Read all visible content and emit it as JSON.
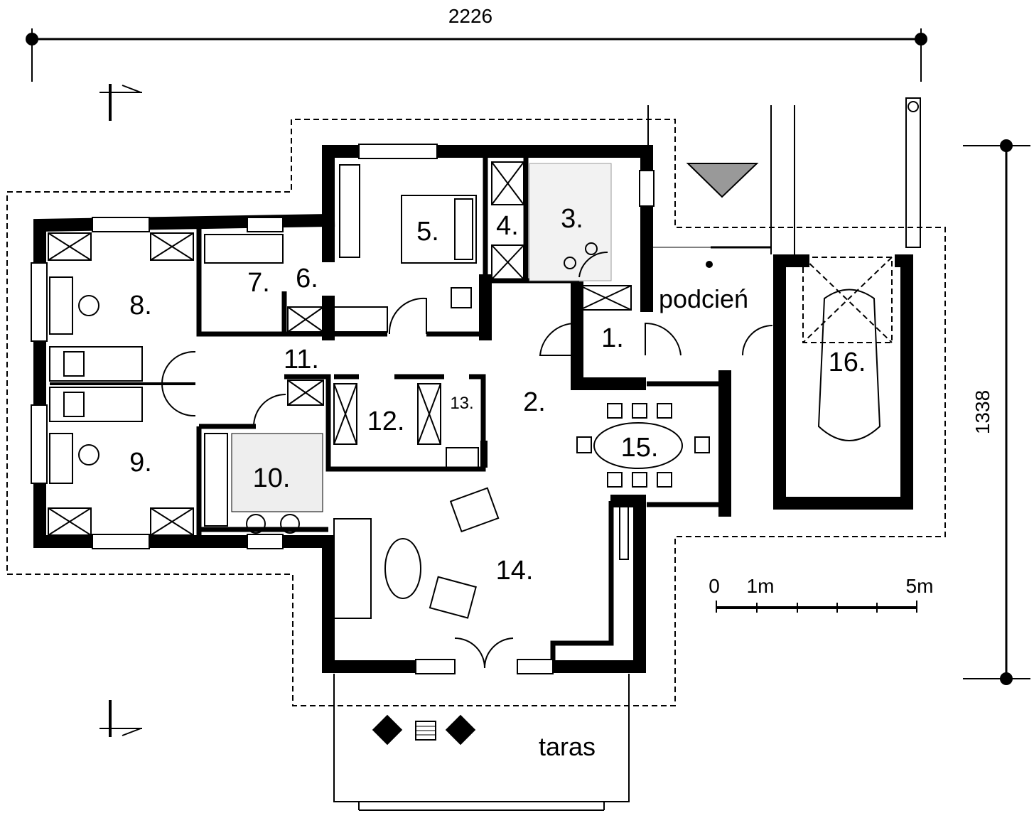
{
  "dimensions": {
    "width_label": "2226",
    "depth_label": "1338"
  },
  "rooms": [
    {
      "id": "1",
      "label": "1."
    },
    {
      "id": "2",
      "label": "2."
    },
    {
      "id": "3",
      "label": "3."
    },
    {
      "id": "4",
      "label": "4."
    },
    {
      "id": "5",
      "label": "5."
    },
    {
      "id": "6",
      "label": "6."
    },
    {
      "id": "7",
      "label": "7."
    },
    {
      "id": "8",
      "label": "8."
    },
    {
      "id": "9",
      "label": "9."
    },
    {
      "id": "10",
      "label": "10."
    },
    {
      "id": "11",
      "label": "11."
    },
    {
      "id": "12",
      "label": "12."
    },
    {
      "id": "13",
      "label": "13."
    },
    {
      "id": "14",
      "label": "14."
    },
    {
      "id": "15",
      "label": "15."
    },
    {
      "id": "16",
      "label": "16."
    }
  ],
  "areas": {
    "porch": "podcień",
    "terrace": "taras"
  },
  "scale_bar": {
    "start": "0",
    "mid": "1m",
    "end": "5m"
  },
  "colors": {
    "walls": "#000000",
    "entrance_marker": "#999999"
  }
}
